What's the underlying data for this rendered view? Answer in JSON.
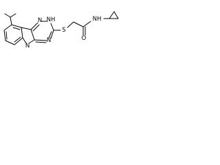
{
  "molecule": {
    "atoms": {
      "n_amide_h": "NH",
      "o_carbonyl": "O",
      "s_thioether": "S",
      "nh_ring": "NH",
      "n_triazine_left": "N",
      "n_triazine_lower": "N",
      "n_indole": "N"
    },
    "colors": {
      "bond": "#000000",
      "text": "#000000",
      "background": "#ffffff"
    }
  }
}
